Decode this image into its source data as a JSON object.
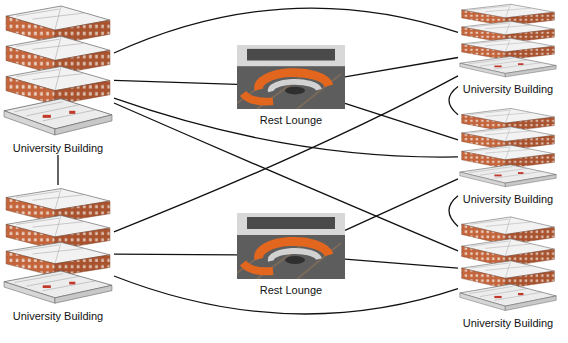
{
  "diagram": {
    "nodes": [
      {
        "text": [
          "University Building"
        ]
      },
      {
        "text": [
          "University Building"
        ]
      },
      {
        "text": [
          "Rest Lounge"
        ]
      },
      {
        "text": [
          "University Building"
        ]
      },
      {
        "text": [
          "University Building"
        ]
      },
      {
        "text": [
          "Rest Lounge"
        ]
      },
      {
        "text": [
          "University Building"
        ]
      }
    ],
    "edges": [
      {
        "from": 0,
        "to": 1,
        "arrow": "none"
      },
      {
        "from": 0,
        "to": 2,
        "arrow": "none"
      },
      {
        "from": 0,
        "to": 3,
        "arrow": "none"
      },
      {
        "from": 0,
        "to": 6,
        "arrow": "none"
      },
      {
        "from": 0,
        "to": 4,
        "arrow": "none"
      },
      {
        "from": 1,
        "to": 2,
        "arrow": "none"
      },
      {
        "from": 1,
        "to": 3,
        "arrow": "none"
      },
      {
        "from": 2,
        "to": 3,
        "arrow": "none"
      },
      {
        "from": 4,
        "to": 1,
        "arrow": "none"
      },
      {
        "from": 4,
        "to": 5,
        "arrow": "none"
      },
      {
        "from": 4,
        "to": 6,
        "arrow": "none"
      },
      {
        "from": 5,
        "to": 3,
        "arrow": "none"
      },
      {
        "from": 5,
        "to": 6,
        "arrow": "none"
      },
      {
        "from": 3,
        "to": 6,
        "arrow": "none"
      }
    ]
  }
}
